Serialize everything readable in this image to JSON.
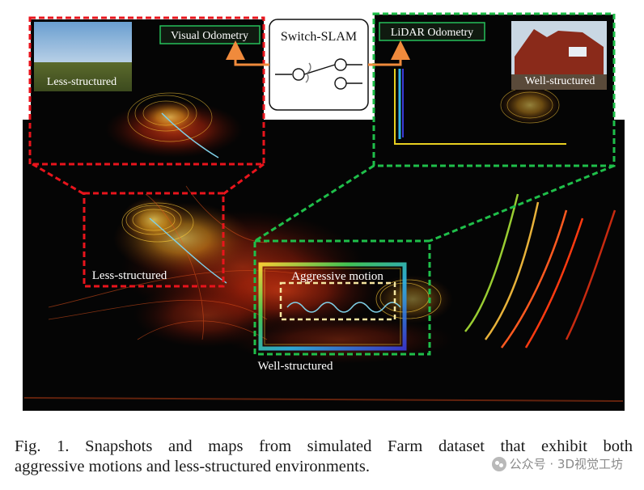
{
  "figure": {
    "labels": {
      "switch_slam": "Switch-SLAM",
      "visual_odometry": "Visual Odometry",
      "lidar_odometry": "LiDAR Odometry",
      "less_structured_inset": "Less-structured",
      "well_structured_inset": "Well-structured",
      "less_structured_map": "Less-structured",
      "aggressive_motion": "Aggressive motion",
      "well_structured_map": "Well-structured"
    },
    "colors": {
      "red_frame": "#e8141c",
      "green_frame": "#1fbf4a",
      "orange_arrow": "#f08a3c",
      "yellow_box": "#f5e6a0"
    }
  },
  "caption": {
    "line1": "Fig. 1.    Snapshots and maps from simulated Farm dataset that exhibit both",
    "line2": "aggressive motions and less-structured environments."
  },
  "watermark": {
    "text": "公众号 · 3D视觉工坊"
  }
}
